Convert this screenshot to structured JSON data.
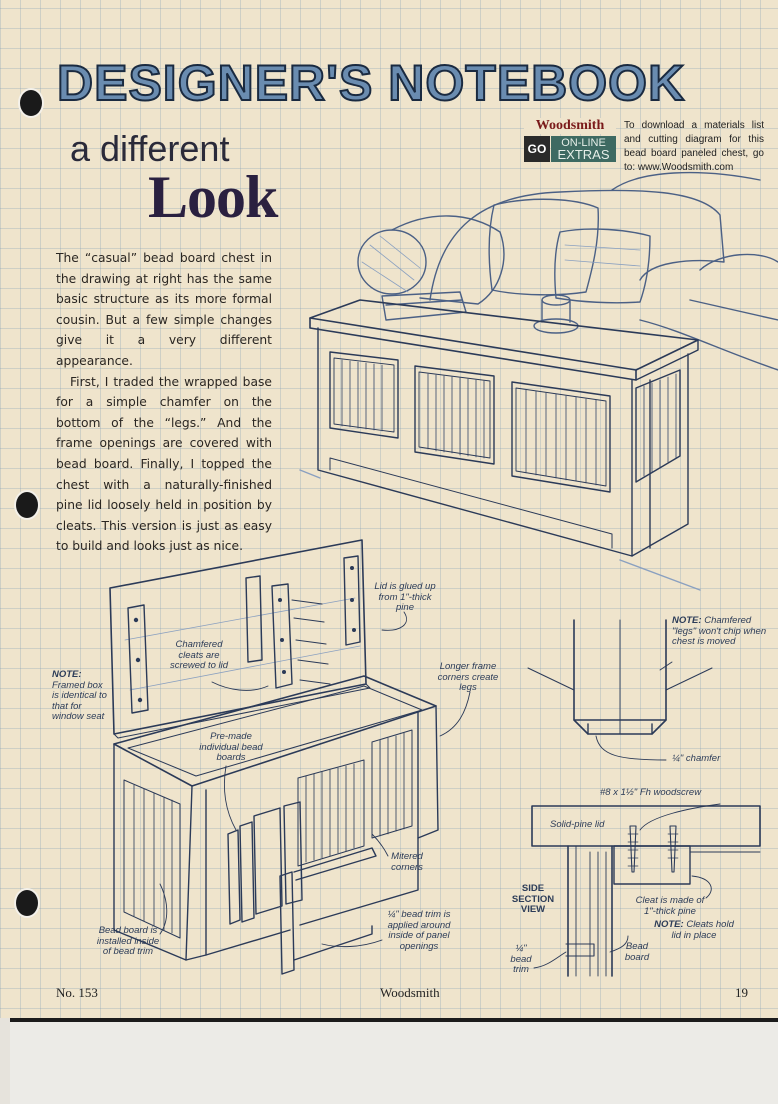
{
  "banner": "DESIGNER'S NOTEBOOK",
  "subtitle_a": "a different",
  "subtitle_b": "Look",
  "online": {
    "brand": "Woodsmith",
    "go": "GO",
    "extras_line1": "ON-LINE",
    "extras_line2": "EXTRAS",
    "text": "To download a materials list and cutting diagram for this bead board paneled chest, go to: www.Woodsmith.com"
  },
  "intro": {
    "p1": "The “casual” bead board chest in the drawing at right has the same basic structure as its more formal cousin. But a few simple changes give it a very different appearance.",
    "p2": "First, I traded the wrapped base for a simple chamfer on the bottom of the “legs.” And the frame openings are covered with bead board. Finally, I topped the chest with a naturally-finished pine lid loosely held in position by cleats. This version is just as easy to build and looks just as nice."
  },
  "callouts": {
    "lid_glued": "Lid is glued up from 1\"-thick pine",
    "cleats_screwed": "Chamfered cleats are screwed to lid",
    "note_framed_label": "NOTE:",
    "note_framed": "Framed box is identical to that for window seat",
    "longer_corners": "Longer frame corners create legs",
    "premade_boards": "Pre-made individual bead boards",
    "mitered": "Mitered corners",
    "bead_installed": "Bead board is installed inside of bead trim",
    "bead_trim_applied": "¼\" bead trim is applied around inside of panel openings",
    "note_legs_label": "NOTE:",
    "note_legs": "Chamfered \"legs\" won't chip when chest is moved",
    "chamfer": "¼\" chamfer",
    "woodscrew": "#8 x 1½\" Fh woodscrew",
    "solid_pine": "Solid-pine lid",
    "side_section": "SIDE SECTION VIEW",
    "cleat_made": "Cleat is made of 1\"-thick pine",
    "note_cleats_label": "NOTE:",
    "note_cleats": "Cleats hold lid in place",
    "bead_board": "Bead board",
    "bead_trim": "¼\" bead trim"
  },
  "footer": {
    "left": "No. 153",
    "center": "Woodsmith",
    "right": "19"
  }
}
